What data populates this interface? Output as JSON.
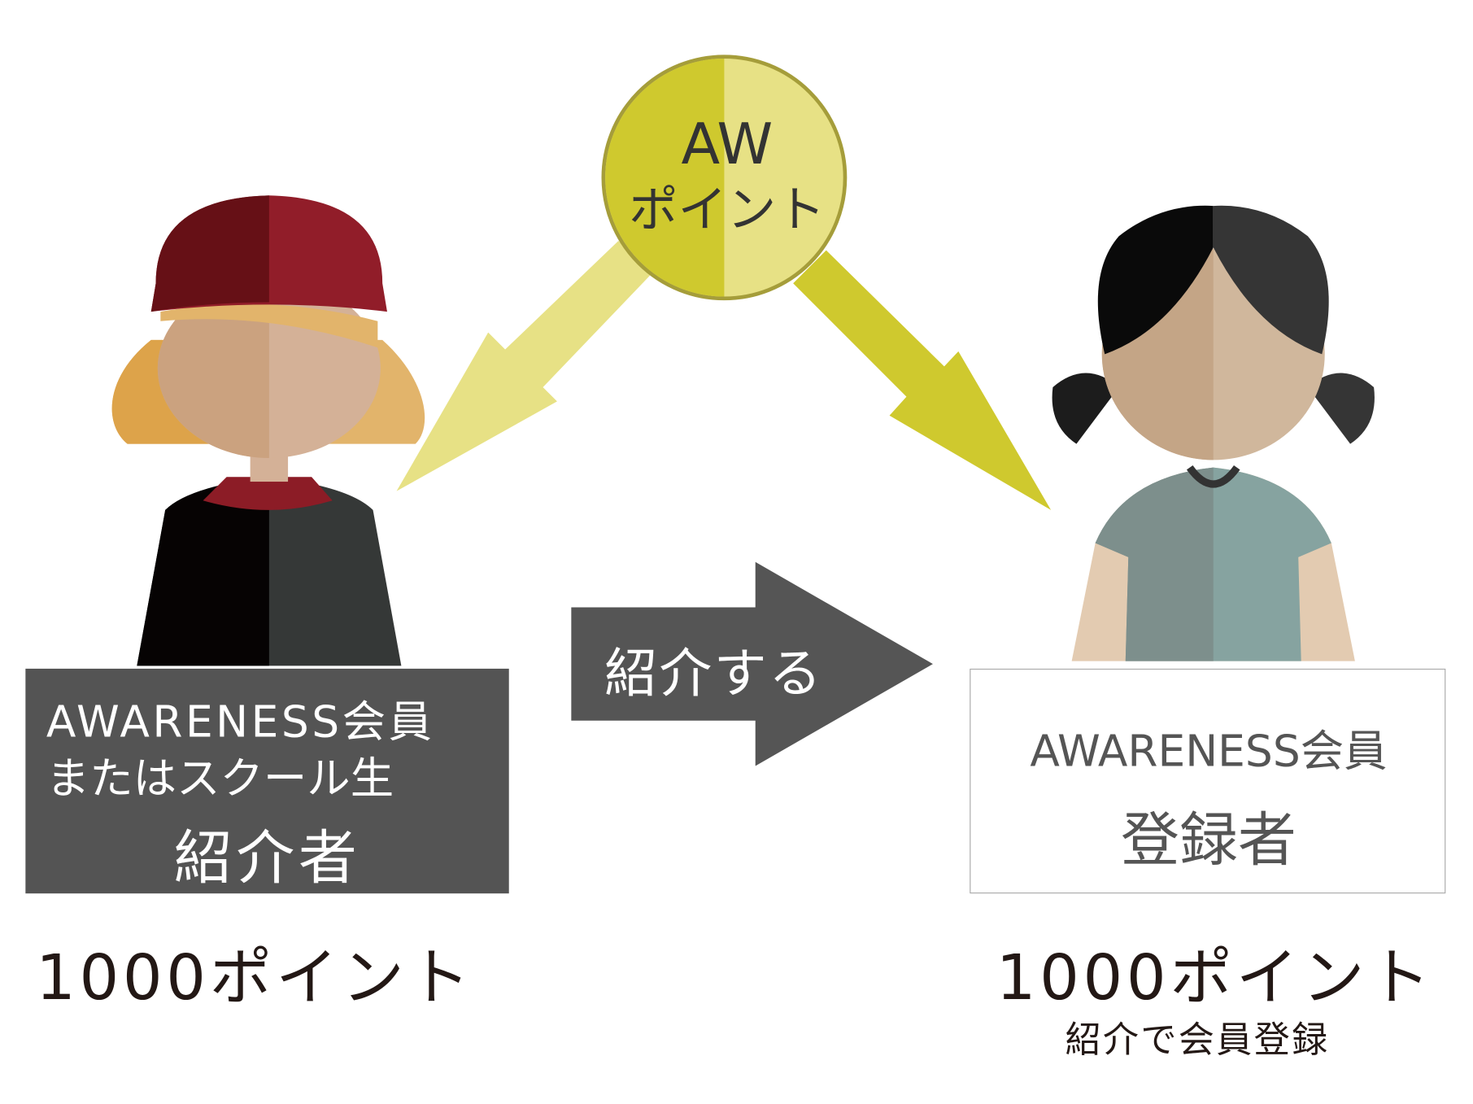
{
  "coin": {
    "line1": "AW",
    "line2": "ポイント",
    "colors": {
      "dark": "#cfc92e",
      "light": "#e7e185",
      "border": "#a59d3a"
    }
  },
  "action_arrow": {
    "label": "紹介する",
    "color": "#555555"
  },
  "referrer_box": {
    "line1": "AWARENESS会員",
    "line2": "またはスクール生",
    "role": "紹介者"
  },
  "registrant_box": {
    "line1": "AWARENESS会員",
    "role": "登録者"
  },
  "referrer_points": "1000ポイント",
  "registrant_points": "1000ポイント",
  "registrant_note": "紹介で会員登録"
}
